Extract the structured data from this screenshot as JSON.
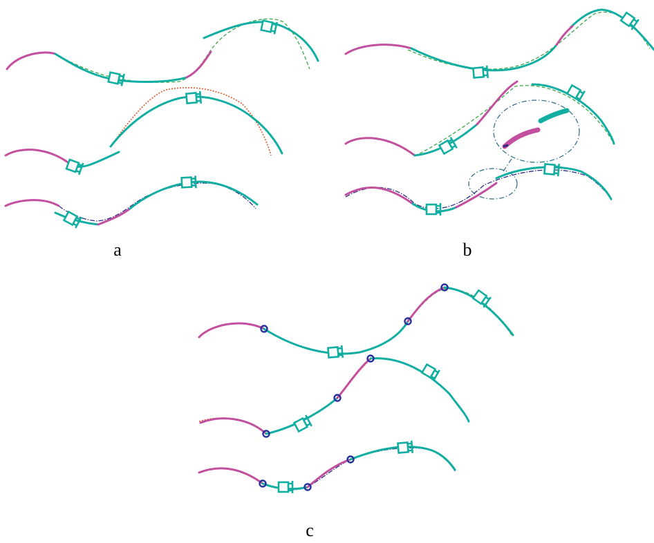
{
  "colors": {
    "segment_a": "#12aea2",
    "segment_b": "#c2509e",
    "reference_1": "#3aa848",
    "reference_2": "#e0562b",
    "reference_3": "#2a2f86",
    "joint_marker": "#27309a"
  },
  "panels": [
    {
      "id": "a",
      "label": "a"
    },
    {
      "id": "b",
      "label": "b"
    },
    {
      "id": "c",
      "label": "c"
    }
  ],
  "icons": {
    "sensor": "sensor-clip-icon",
    "joint": "joint-circle-icon",
    "zoom": "zoom-inset-icon"
  }
}
